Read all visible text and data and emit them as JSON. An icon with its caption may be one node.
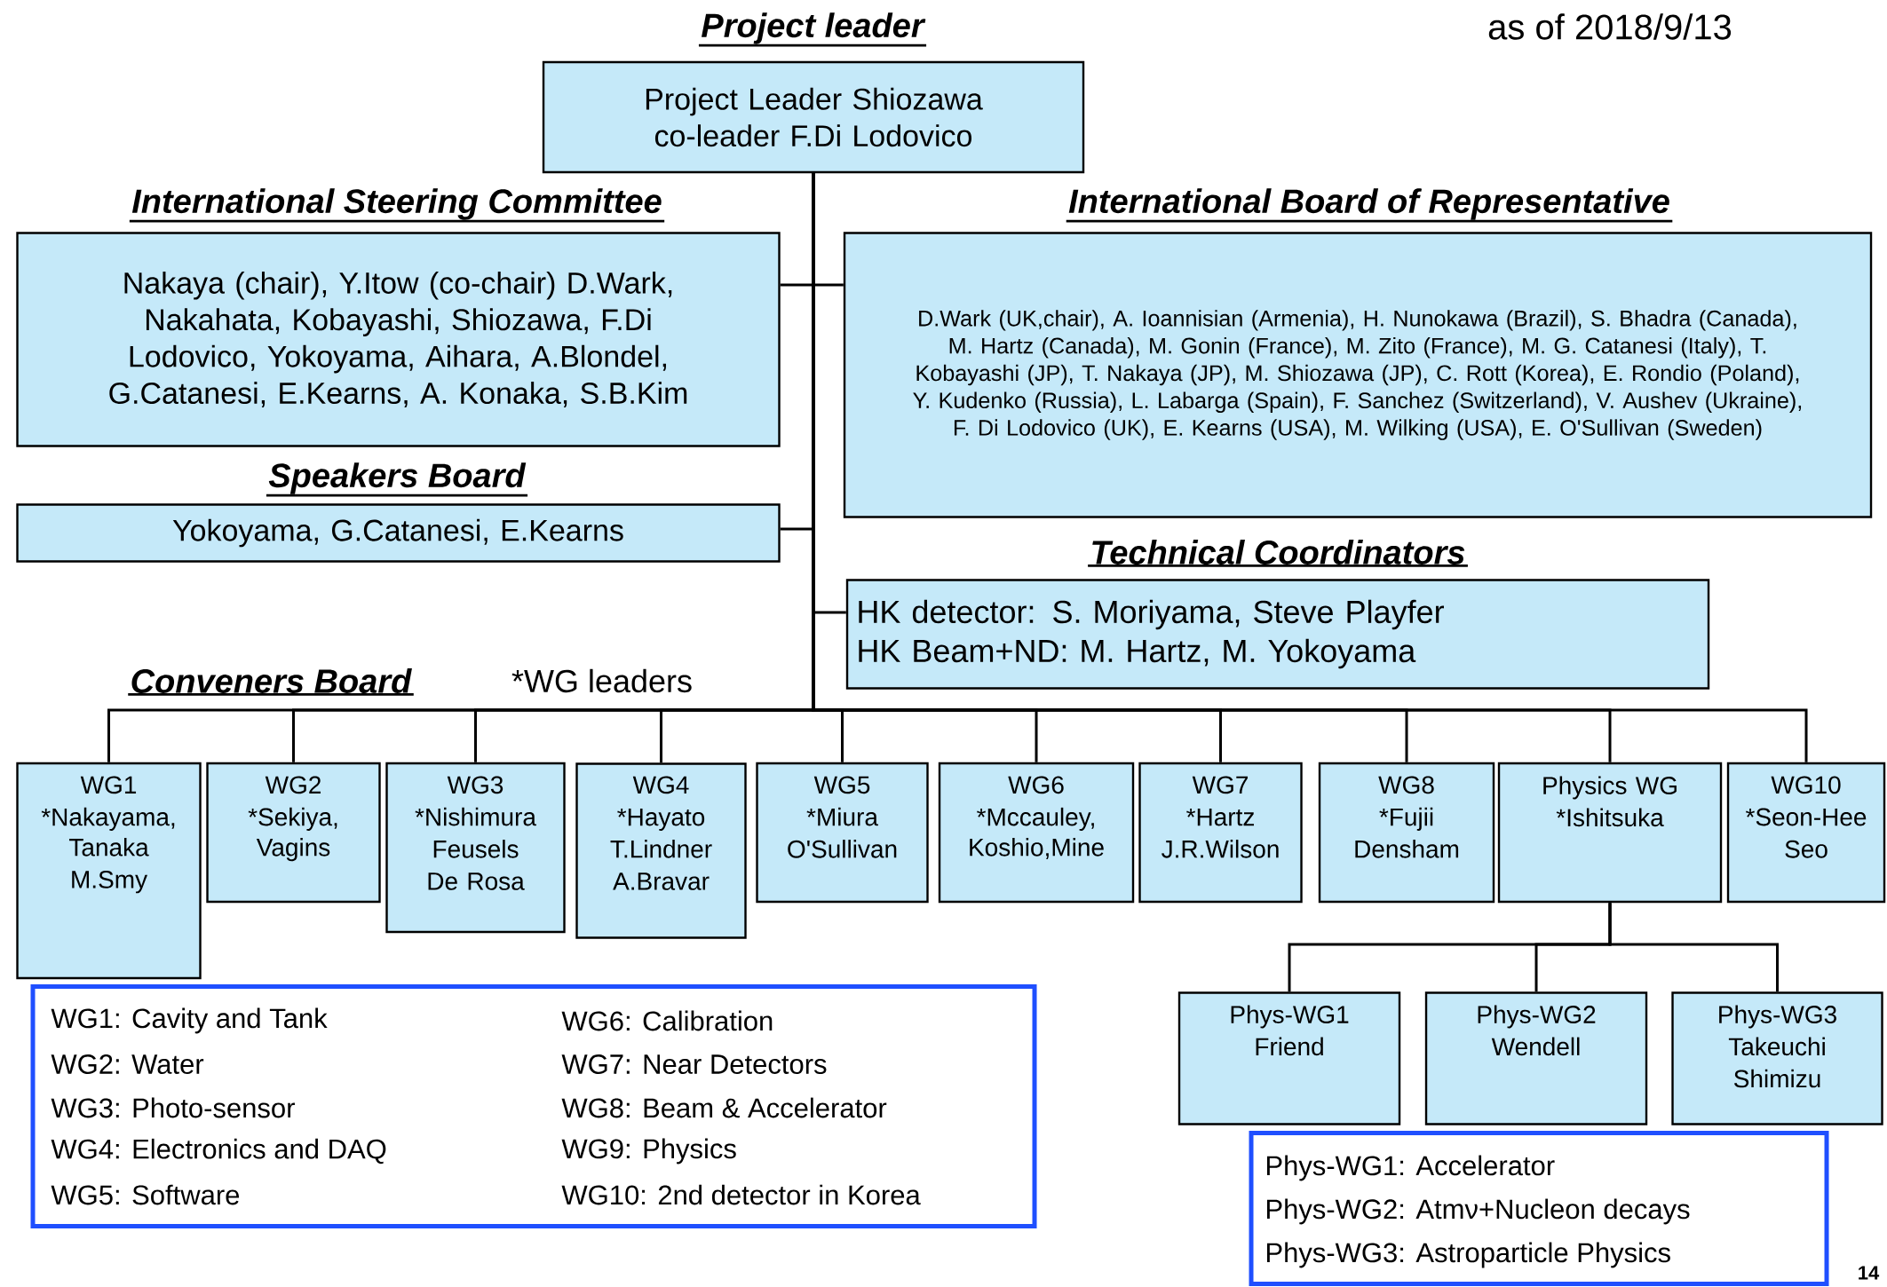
{
  "diagram": {
    "nodes": [
      {
        "text": [
          "Project leader",
          "Project Leader Shiozawa",
          "co-leader F.Di Lodovico"
        ]
      },
      {
        "text": [
          "International Steering Committee",
          "Nakaya (chair), Y.Itow (co-chair) D.Wark, Nakahata, Kobayashi, Shiozawa, F.Di Lodovico, Yokoyama, Aihara, A.Blondel, G.Catanesi, E.Kearns, A. Konaka, S.B.Kim"
        ]
      },
      {
        "text": [
          "International Board of Representative",
          "D.Wark (UK,chair), A. Ioannisian (Armenia), H. Nunokawa (Brazil), S. Bhadra (Canada), M. Hartz (Canada), M. Gonin (France), M. Zito (France), M. G. Catanesi (Italy), T. Kobayashi (JP), T. Nakaya (JP), M. Shiozawa (JP), C. Rott (Korea), E. Rondio (Poland), Y. Kudenko (Russia), L. Labarga (Spain), F. Sanchez (Switzerland), V. Aushev (Ukraine), F. Di Lodovico (UK), E. Kearns (USA), M. Wilking (USA), E. O'Sullivan (Sweden)"
        ]
      },
      {
        "text": [
          "Speakers Board",
          "Yokoyama, G.Catanesi, E.Kearns"
        ]
      },
      {
        "text": [
          "Technical Coordinators",
          "HK detector: S. Moriyama,  Steve Playfer",
          "HK Beam+ND: M. Hartz,  M. Yokoyama"
        ]
      },
      {
        "text": [
          "WG1",
          "*Nakayama, Tanaka",
          "M.Smy"
        ]
      },
      {
        "text": [
          "WG2",
          "*Sekiya, Vagins"
        ]
      },
      {
        "text": [
          "WG3",
          "*Nishimura",
          "Feusels",
          "De Rosa"
        ]
      },
      {
        "text": [
          "WG4",
          "*Hayato",
          "T.Lindner",
          "A.Bravar"
        ]
      },
      {
        "text": [
          "WG5",
          "*Miura",
          "O'Sullivan"
        ]
      },
      {
        "text": [
          "WG6",
          "*Mccauley, Koshio,Mine"
        ]
      },
      {
        "text": [
          "WG7",
          "*Hartz",
          "J.R.Wilson"
        ]
      },
      {
        "text": [
          "WG8",
          "*Fujii",
          "Densham"
        ]
      },
      {
        "text": [
          "Physics WG",
          "*Ishitsuka"
        ]
      },
      {
        "text": [
          "WG10",
          "*Seon-Hee",
          "Seo"
        ]
      },
      {
        "text": [
          "Phys-WG1",
          "Friend"
        ]
      },
      {
        "text": [
          "Phys-WG2",
          "Wendell"
        ]
      },
      {
        "text": [
          "Phys-WG3",
          "Takeuchi",
          "Shimizu"
        ]
      },
      {
        "text": [
          "WG1: Cavity and Tank",
          "WG2: Water",
          "WG3: Photo-sensor",
          "WG4: Electronics and DAQ",
          "WG5: Software",
          "WG6: Calibration",
          "WG7: Near Detectors",
          "WG8: Beam & Accelerator",
          "WG9: Physics",
          "WG10: 2nd detector in Korea"
        ]
      },
      {
        "text": [
          "Phys-WG1: Accelerator",
          "Phys-WG2: Atmν+Nucleon decays",
          "Phys-WG3: Astroparticle Physics"
        ]
      }
    ],
    "edges": [
      {
        "from": 0,
        "to": 1,
        "arrow": "none"
      },
      {
        "from": 0,
        "to": 2,
        "arrow": "none"
      },
      {
        "from": 0,
        "to": 3,
        "arrow": "none"
      },
      {
        "from": 0,
        "to": 4,
        "arrow": "none"
      },
      {
        "from": 0,
        "to": 5,
        "arrow": "none"
      },
      {
        "from": 0,
        "to": 6,
        "arrow": "none"
      },
      {
        "from": 0,
        "to": 7,
        "arrow": "none"
      },
      {
        "from": 0,
        "to": 8,
        "arrow": "none"
      },
      {
        "from": 0,
        "to": 9,
        "arrow": "none"
      },
      {
        "from": 0,
        "to": 10,
        "arrow": "none"
      },
      {
        "from": 0,
        "to": 11,
        "arrow": "none"
      },
      {
        "from": 0,
        "to": 12,
        "arrow": "none"
      },
      {
        "from": 0,
        "to": 13,
        "arrow": "none"
      },
      {
        "from": 0,
        "to": 14,
        "arrow": "none"
      },
      {
        "from": 13,
        "to": 15,
        "arrow": "none"
      },
      {
        "from": 13,
        "to": 16,
        "arrow": "none"
      },
      {
        "from": 13,
        "to": 17,
        "arrow": "none"
      }
    ],
    "labels": [
      "as of  2018/9/13",
      "Conveners Board",
      "*WG leaders",
      "14"
    ]
  }
}
